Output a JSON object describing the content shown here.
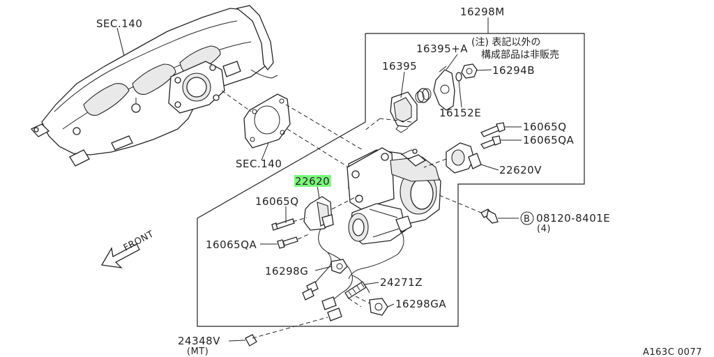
{
  "labels": {
    "sec140_top": "SEC.140",
    "sec140_mid": "SEC.140",
    "p16298M": "16298M",
    "p16395A": "16395+A",
    "note_line1": "(注) 表記以外の",
    "note_line2": "構成部品は非販売",
    "p16395": "16395",
    "p16294B": "16294B",
    "p16152E": "16152E",
    "p16065Q_right": "16065Q",
    "p16065QA_right": "16065QA",
    "p22620V": "22620V",
    "p22620": "22620",
    "p16065Q_left": "16065Q",
    "p16065QA_left": "16065QA",
    "bolt_circle": "B",
    "bolt_code": "08120-8401E",
    "bolt_qty": "(4)",
    "p16298G": "16298G",
    "p24271Z": "24271Z",
    "p16298GA": "16298GA",
    "p24348V": "24348V",
    "p24348V_note": "(MT)",
    "front": "FRONT",
    "figure_code": "A163C 0077"
  }
}
